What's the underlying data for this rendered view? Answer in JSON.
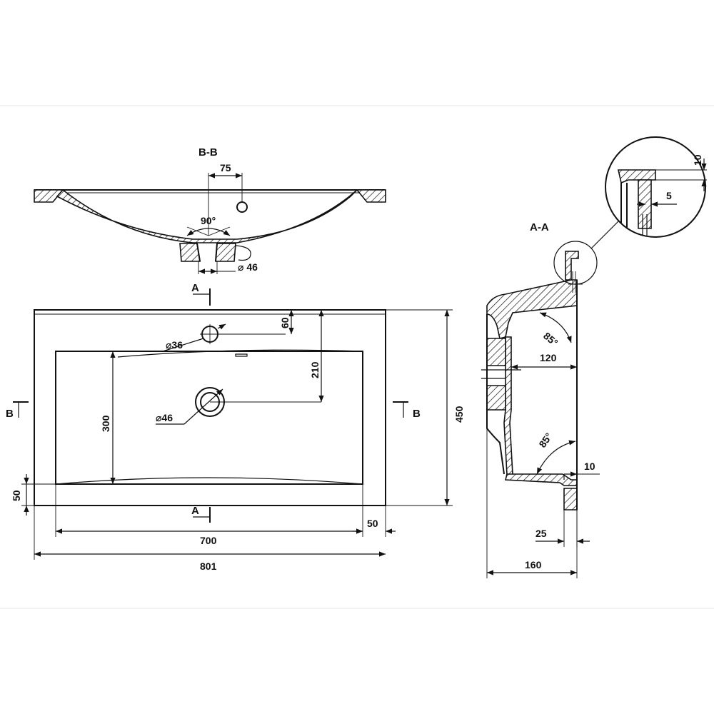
{
  "section_bb": {
    "title": "B-B",
    "dim_75": "75",
    "angle": "90°",
    "dia": "⌀ 46"
  },
  "top_view": {
    "cut_a_top": "A",
    "cut_a_bottom": "A",
    "cut_b_left": "B",
    "cut_b_right": "B",
    "dim_60": "60",
    "dim_210": "210",
    "dim_300": "300",
    "dim_450": "450",
    "dim_50_left": "50",
    "dim_50_right": "50",
    "dim_700": "700",
    "dim_801": "801",
    "dia_36": "⌀36",
    "dia_46": "⌀46"
  },
  "section_aa": {
    "title": "A-A",
    "dim_10_detail": "10",
    "dim_5_detail": "5",
    "angle_top": "85°",
    "angle_bottom": "85°",
    "dim_120": "120",
    "dim_10": "10",
    "dim_25": "25",
    "dim_160": "160"
  },
  "colors": {
    "line": "#111111",
    "background": "#ffffff",
    "frame": "#e6e6e6"
  }
}
